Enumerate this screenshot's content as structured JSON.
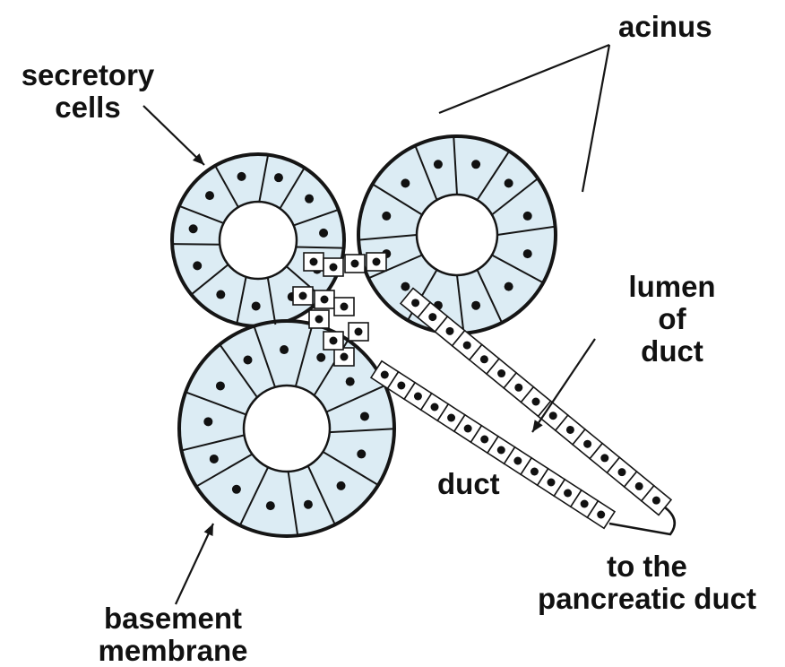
{
  "labels": {
    "secretory_cells": [
      "secretory",
      "cells"
    ],
    "acinus": "acinus",
    "lumen_of_duct": [
      "lumen",
      "of",
      "duct"
    ],
    "duct": "duct",
    "to_pancreatic_duct": [
      "to the",
      "pancreatic duct"
    ],
    "basement_membrane": [
      "basement",
      "membrane"
    ]
  },
  "colors": {
    "cell_fill": "#dcecf4",
    "outline": "#151515",
    "nucleus": "#111111",
    "lumen": "#ffffff"
  }
}
